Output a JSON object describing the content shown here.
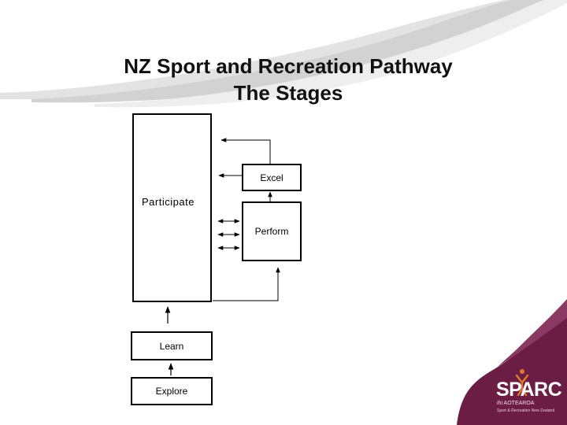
{
  "title": {
    "line1": "NZ Sport and Recreation Pathway",
    "line2": "The Stages"
  },
  "stages": {
    "participate": "Participate",
    "excel": "Excel",
    "perform": "Perform",
    "learn": "Learn",
    "explore": "Explore"
  },
  "logo": {
    "name": "SPARC",
    "subtitle": "ihi AOTEAROA",
    "tagline": "Sport & Recreation New Zealand"
  },
  "colors": {
    "accent": "#6b1d44",
    "swoosh": "#c9c9c9"
  }
}
